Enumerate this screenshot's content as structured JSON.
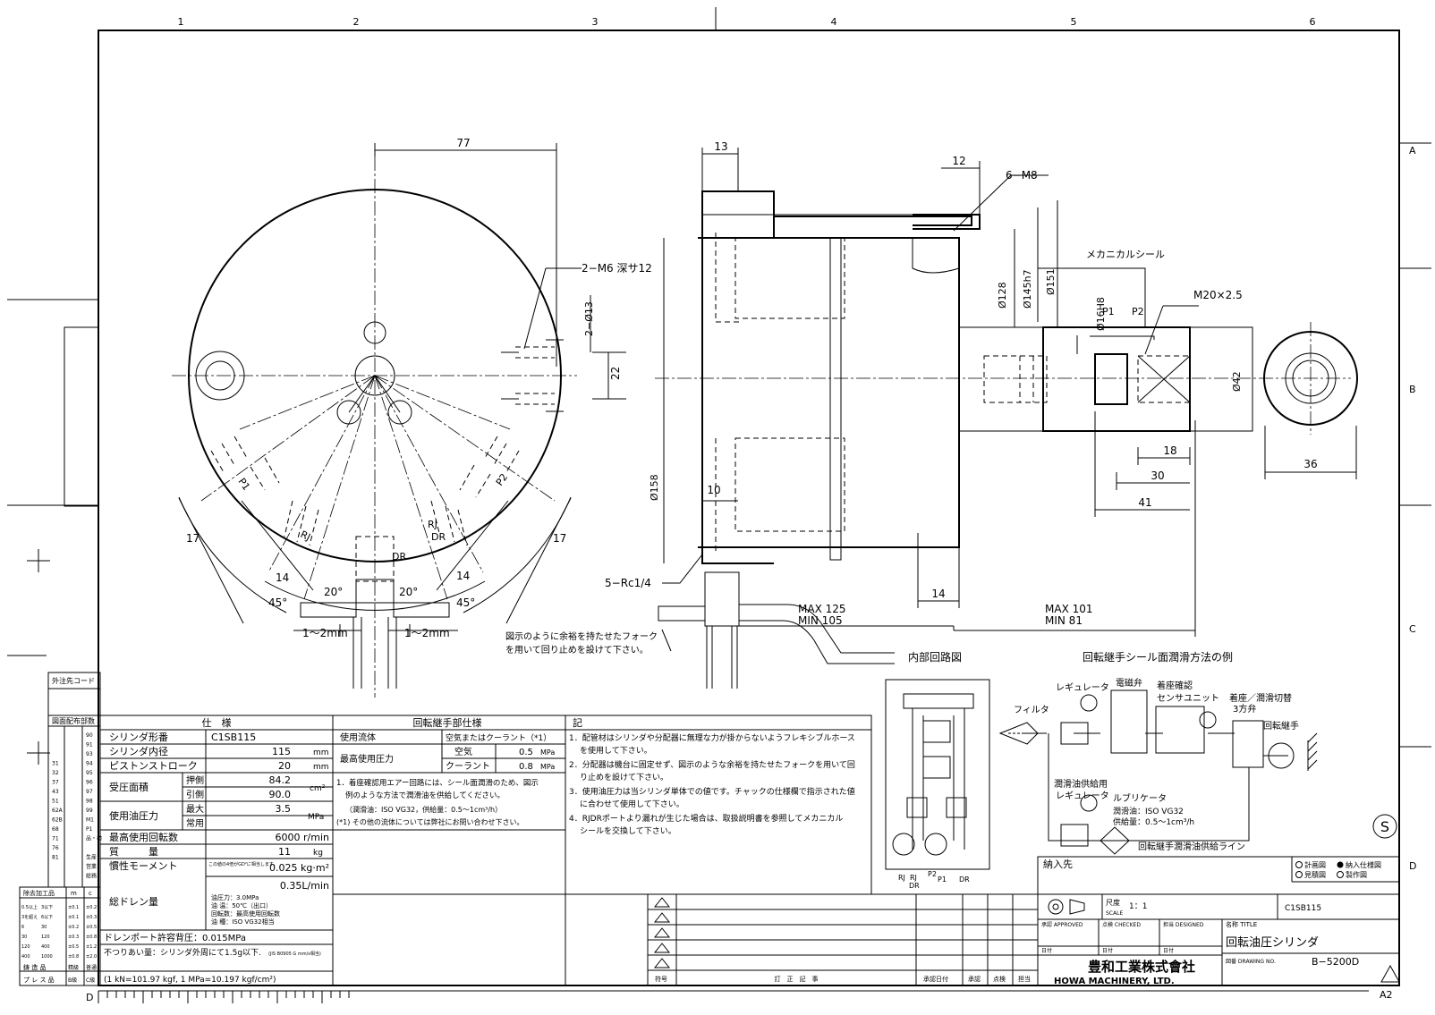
{
  "border": {
    "columns": [
      "1",
      "2",
      "3",
      "4",
      "5",
      "6"
    ],
    "rows": [
      "A",
      "B",
      "C",
      "D"
    ],
    "bottom_letter": "D",
    "sheet_size": "A2"
  },
  "front_view": {
    "dim_77": "77",
    "tap_note": "2−M6 深サ12",
    "dia_13": "2−Ø13",
    "dim_22": "22",
    "dim_17_left": "17",
    "dim_17_right": "17",
    "dim_14_left": "14",
    "dim_14_right": "14",
    "angle_20_left": "20°",
    "angle_20_right": "20°",
    "angle_45_left": "45°",
    "angle_45_right": "45°",
    "port_p1": "P1",
    "port_rj_left": "RJ",
    "port_rj_right": "RJ",
    "port_dr_right": "DR",
    "port_p2": "P2",
    "port_dr": "DR",
    "gap_left": "1～2mm",
    "gap_right": "1～2mm"
  },
  "side_view": {
    "dim_13": "13",
    "dim_12": "12",
    "bolt_note": "6−M8",
    "dia_128": "Ø128",
    "dia_145": "Ø145h7",
    "dia_151": "Ø151",
    "seal_note": "メカニカルシール",
    "thread_note": "M20×2.5",
    "dia_16": "Ø16H8",
    "port_p1": "P1",
    "port_p2": "P2",
    "dia_42": "Ø42",
    "dim_18": "18",
    "dim_30": "30",
    "dim_41": "41",
    "dim_36": "36",
    "dia_158": "Ø158",
    "dim_10": "10",
    "port_note": "5−Rc1/4",
    "dim_14": "14",
    "max_125": "MAX 125",
    "min_105": "MIN 105",
    "max_101": "MAX 101",
    "min_81": "MIN 81",
    "fork_note_1": "図示のように余裕を持たせたフォーク",
    "fork_note_2": "を用いて回り止めを設けて下さい。"
  },
  "circuit": {
    "title": "内部回路図",
    "labels": [
      "RJ",
      "RJ",
      "DR",
      "P2",
      "P1",
      "DR"
    ]
  },
  "lube": {
    "title": "回転継手シール面潤滑方法の例",
    "filter": "フィルタ",
    "regulator": "レギュレータ",
    "solenoid": "電磁弁",
    "sensor_1": "着座確認",
    "sensor_2": "センサユニット",
    "switch_1": "着座／潤滑切替",
    "switch_2": "3方弁",
    "joint": "回転継手",
    "lube_reg_1": "潤滑油供給用",
    "lube_reg_2": "レギュレータ",
    "lubricator": "ルブリケータ",
    "oil": "潤滑油：ISO VG32",
    "supply": "供給量：0.5～1cm³/h",
    "line": "回転継手潤滑油供給ライン"
  },
  "spec": {
    "header": "仕　様",
    "model_label": "シリンダ形番",
    "model": "C1SB115",
    "bore_label": "シリンダ内径",
    "bore": "115",
    "bore_unit": "mm",
    "stroke_label": "ピストンストローク",
    "stroke": "20",
    "stroke_unit": "mm",
    "area_label": "受圧面積",
    "push_label": "押側",
    "push": "84.2",
    "pull_label": "引側",
    "pull": "90.0",
    "area_unit": "cm²",
    "pressure_label": "使用油圧力",
    "max_label": "最大",
    "max": "3.5",
    "normal_label": "常用",
    "pressure_unit": "MPa",
    "speed_label": "最高使用回転数",
    "speed": "6000 r/min",
    "mass_label": "質　　　量",
    "mass": "11",
    "mass_unit": "kg",
    "inertia_label": "慣性モーメント",
    "inertia_note": "この値の4倍がGD²に相当します。",
    "inertia": "0.025 kg·m²",
    "drain_label": "総ドレン量",
    "drain": "0.35L/min",
    "drain_cond_1": "油圧力：3.0MPa",
    "drain_cond_2": "油 温：50℃（出口）",
    "drain_cond_3": "回転数：最高使用回転数",
    "drain_cond_4": "油 種：ISO VG32相当",
    "drain_port": "ドレンポート許容背圧：0.015MPa",
    "imbalance": "不つりあい量：シリンダ外周にて1.5g以下.",
    "imbalance_std": "(JIS B0905 G mm/s相当)",
    "conversion": "(1 kN=101.97 kgf, 1 MPa=10.197 kgf/cm²)"
  },
  "joint_spec": {
    "header": "回転継手部仕様",
    "fluid_label": "使用流体",
    "fluid": "空気またはクーラント（*1）",
    "pressure_label": "最高使用圧力",
    "air_label": "空気",
    "air": "0.5",
    "coolant_label": "クーラント",
    "coolant": "0.8",
    "unit": "MPa",
    "note_1": "1．着座確認用エアー回路には、シール面潤滑のため、図示",
    "note_1b": "例のような方法で潤滑油を供給してください。",
    "note_1c": "（潤滑油：ISO VG32，供給量：0.5～1cm³/h）",
    "note_2": "(*1) その他の流体については弊社にお問い合わせ下さい。"
  },
  "notes": {
    "header": "記",
    "n1a": "1．配管材はシリンダや分配器に無理な力が掛からないようフレキシブルホース",
    "n1b": "を使用して下さい。",
    "n2a": "2．分配器は機台に固定せず、図示のような余裕を持たせたフォークを用いて回",
    "n2b": "り止めを設けて下さい。",
    "n3a": "3．使用油圧力は当シリンダ単体での値です。チャックの仕様欄で指示された値",
    "n3b": "に合わせて使用して下さい。",
    "n4a": "4．RJDRポートより漏れが生じた場合は、取扱説明書を参照してメカニカル",
    "n4b": "シールを交換して下さい。"
  },
  "left_tables": {
    "code_title": "外注先コード",
    "dist_title": "図面配布部数",
    "col_a": [
      "",
      "",
      "",
      "31",
      "32",
      "37",
      "43",
      "51",
      "62A",
      "62B",
      "68",
      "71",
      "76",
      "81",
      "",
      ""
    ],
    "col_b": [
      "90",
      "91",
      "93",
      "94",
      "95",
      "96",
      "97",
      "98",
      "99",
      "M1",
      "P1",
      "品・検",
      "",
      "生産",
      "営業",
      "総務",
      "設計"
    ],
    "tol_title": "除去加工品",
    "tol_rows": [
      [
        "0.5以上",
        "3以下",
        "±0.1",
        "±0.2"
      ],
      [
        "3を超え",
        "6以下",
        "±0.1",
        "±0.3"
      ],
      [
        "6",
        "30",
        "±0.2",
        "±0.5"
      ],
      [
        "30",
        "120",
        "±0.3",
        "±0.8"
      ],
      [
        "120",
        "400",
        "±0.5",
        "±1.2"
      ],
      [
        "400",
        "1000",
        "±0.8",
        "±2.0"
      ]
    ],
    "cast": "鋳 造 品",
    "press": "プ レ ス 品",
    "cols": [
      "m",
      "c",
      "精級",
      "普通",
      "B級",
      "C級"
    ]
  },
  "revision": {
    "mark_label": "符号",
    "content_label": "訂　正　記　事",
    "date_label": "承認日付",
    "approve_label": "承認",
    "check_label": "点検",
    "person_label": "担当"
  },
  "title_block": {
    "delivery": "納入先",
    "plan": "計画図",
    "spec_doc": "納入仕様図",
    "estimate": "見積図",
    "manufacture": "製作図",
    "scale_label": "尺度",
    "scale_en": "SCALE",
    "scale": "1：1",
    "model": "C1SB115",
    "approved": "承認 APPROVED",
    "checked": "点検 CHECKED",
    "designed": "担当 DESIGNED",
    "title_label": "名称 TITLE",
    "title": "回転油圧シリンダ",
    "date_label": "日付",
    "drawing_label": "図番 DRAWING NO.",
    "drawing_no": "B−5200D",
    "company": "豊和工業株式會社",
    "company_en": "HOWA MACHINERY, LTD.",
    "stamp": "S"
  }
}
